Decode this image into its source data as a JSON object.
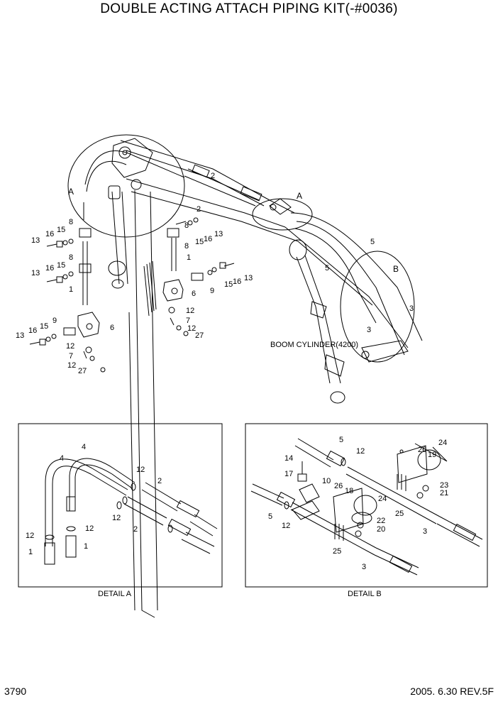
{
  "page": {
    "title": "DOUBLE ACTING ATTACH PIPING KIT(-#0036)",
    "page_number": "3790",
    "revision": "2005. 6.30  REV.5F"
  },
  "main": {
    "callouts": {
      "detail_a_upper": "A",
      "detail_a_lower": "A",
      "detail_b": "B",
      "boom_cylinder": "BOOM CYLINDER(4200)"
    },
    "labels": [
      "1",
      "2",
      "3",
      "5",
      "6",
      "7",
      "8",
      "9",
      "12",
      "13",
      "15",
      "16",
      "27"
    ]
  },
  "detail_a": {
    "caption": "DETAIL A",
    "labels": [
      "1",
      "2",
      "4",
      "12"
    ]
  },
  "detail_b": {
    "caption": "DETAIL B",
    "labels": [
      "3",
      "5",
      "10",
      "12",
      "14",
      "17",
      "18",
      "19",
      "20",
      "21",
      "22",
      "23",
      "24",
      "25",
      "26"
    ]
  }
}
